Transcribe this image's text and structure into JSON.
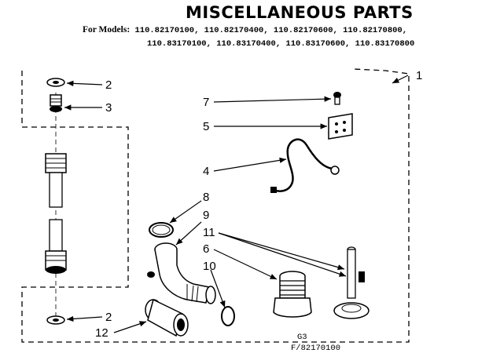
{
  "title": "MISCELLANEOUS PARTS",
  "models": {
    "lead": "For Models:",
    "line1": "110.82170100, 110.82170400, 110.82170600, 110.82170800,",
    "line2": "110.83170100, 110.83170400, 110.83170600, 110.83170800"
  },
  "callouts": {
    "c1": "1",
    "c2a": "2",
    "c3": "3",
    "c2b": "2",
    "c12": "12",
    "c7": "7",
    "c5": "5",
    "c4": "4",
    "c8": "8",
    "c9": "9",
    "c11": "11",
    "c6": "6",
    "c10": "10"
  },
  "footer": {
    "code1": "G3",
    "code2": "F/82170100"
  }
}
